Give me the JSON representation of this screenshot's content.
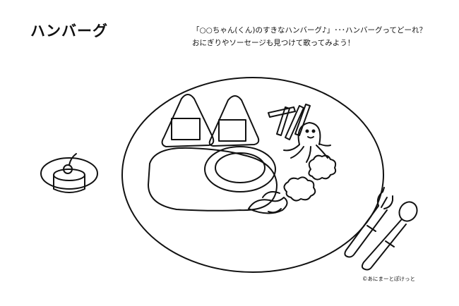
{
  "title": "ハンバーグ",
  "description": {
    "line1": "「○○ちゃん(くん)のすきなハンバーグ♪」･･･ハンバーグってどーれ？",
    "line2": "おにぎりやソーセージも見つけて歌ってみよう！"
  },
  "credit": "©あにまーとぽけっと",
  "colors": {
    "line": "#111111",
    "background": "#ffffff"
  }
}
